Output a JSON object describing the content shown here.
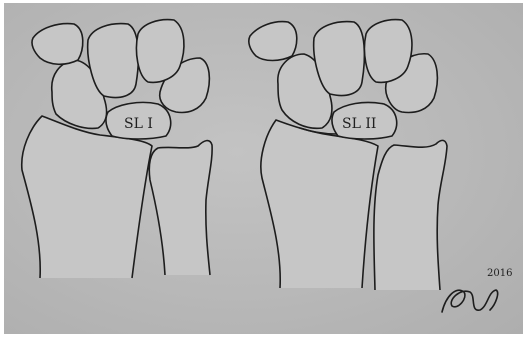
{
  "figure": {
    "left_label": "SL I",
    "right_label": "SL II",
    "signature_year": "2016"
  },
  "colors": {
    "paper": "#b9b9b9",
    "ink": "#1d1d1d"
  }
}
